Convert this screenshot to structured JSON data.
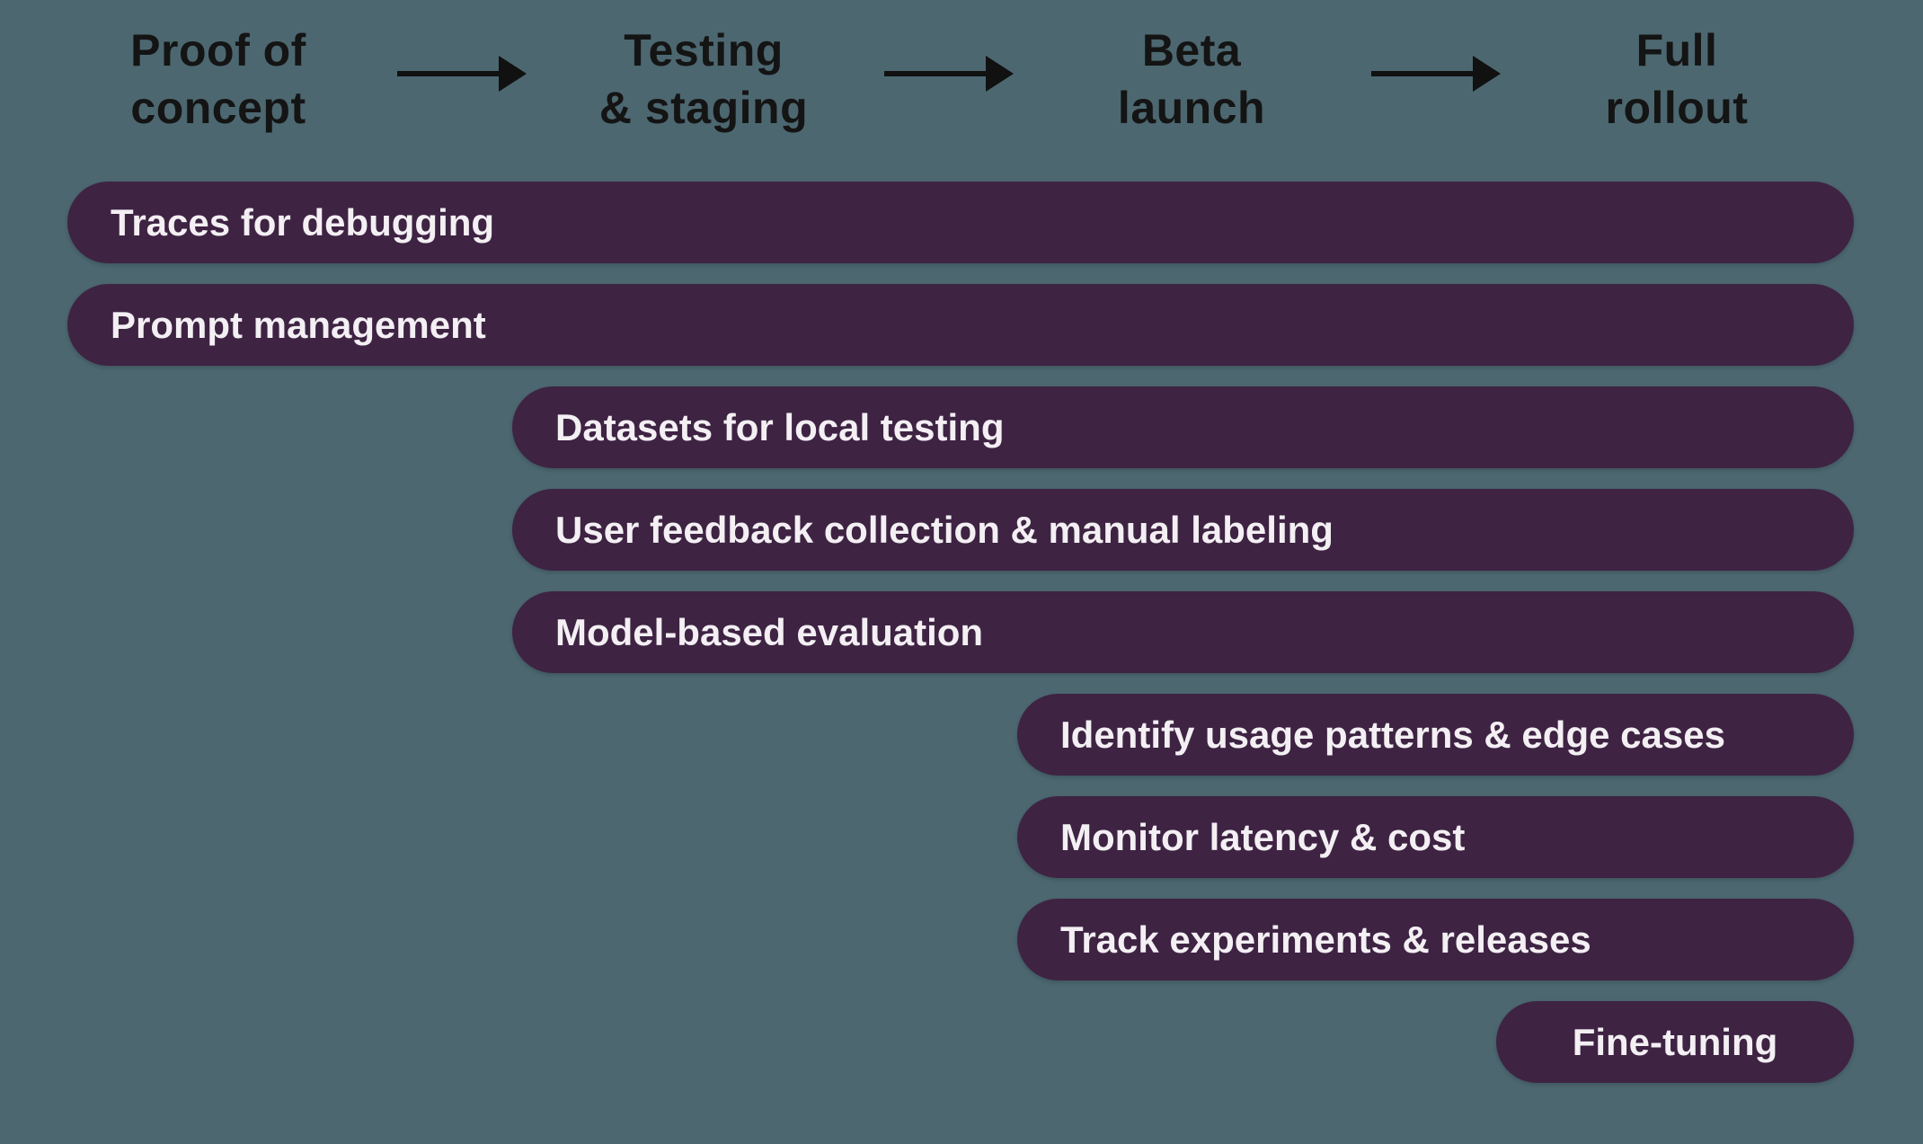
{
  "colors": {
    "background": "#4C6770",
    "bar_fill": "#3E2343",
    "bar_text": "#F3EFF3",
    "heading_text": "#141414",
    "arrow": "#111111"
  },
  "stages": [
    {
      "line1": "Proof of",
      "line2": "concept"
    },
    {
      "line1": "Testing",
      "line2": "& staging"
    },
    {
      "line1": "Beta",
      "line2": "launch"
    },
    {
      "line1": "Full",
      "line2": "rollout"
    }
  ],
  "bars": [
    {
      "label": "Traces for debugging",
      "start_stage": "Proof of concept",
      "end_stage": "Full rollout"
    },
    {
      "label": "Prompt management",
      "start_stage": "Proof of concept",
      "end_stage": "Full rollout"
    },
    {
      "label": "Datasets for local testing",
      "start_stage": "Testing & staging",
      "end_stage": "Full rollout"
    },
    {
      "label": "User feedback collection & manual labeling",
      "start_stage": "Testing & staging",
      "end_stage": "Full rollout"
    },
    {
      "label": "Model-based evaluation",
      "start_stage": "Testing & staging",
      "end_stage": "Full rollout"
    },
    {
      "label": "Identify usage patterns & edge cases",
      "start_stage": "Beta launch",
      "end_stage": "Full rollout"
    },
    {
      "label": "Monitor latency & cost",
      "start_stage": "Beta launch",
      "end_stage": "Full rollout"
    },
    {
      "label": "Track experiments & releases",
      "start_stage": "Beta launch",
      "end_stage": "Full rollout"
    },
    {
      "label": "Fine-tuning",
      "start_stage": "Full rollout",
      "end_stage": "Full rollout"
    }
  ]
}
